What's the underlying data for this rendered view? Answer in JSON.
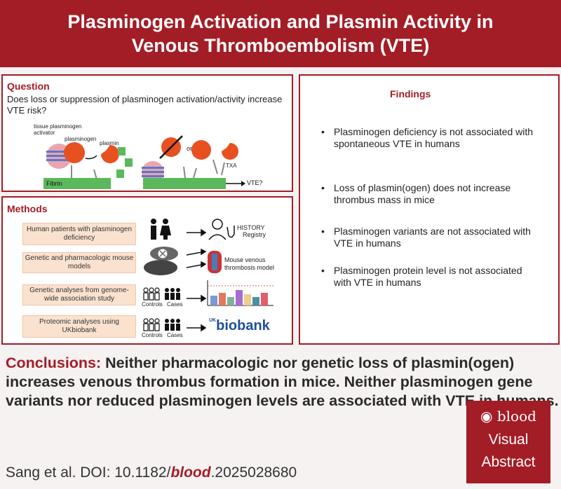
{
  "header": {
    "title_line1": "Plasminogen Activation and Plasmin Activity in",
    "title_line2": "Venous Thromboembolism (VTE)"
  },
  "question": {
    "title": "Question",
    "text": "Does loss or suppression of plasminogen activation/activity increase VTE risk?",
    "labels": {
      "tpa": "tissue plasminogen activator",
      "plasminogen": "plasminogen",
      "plasmin": "plasmin",
      "or": "or",
      "txa": "TXA",
      "fibrin": "Fibrin",
      "vte": "VTE?"
    }
  },
  "methods": {
    "title": "Methods",
    "items": [
      "Human patients with plasminogen deficiency",
      "Genetic and pharmacologic mouse models",
      "Genetic analyses from genome-wide association study",
      "Proteomic analyses using UKbiobank"
    ],
    "outcomes": {
      "history_line1": "HISTORY",
      "history_line2": "Registry",
      "mouse_line1": "Mouse venous",
      "mouse_line2": "thrombosis model",
      "biobank": "biobank",
      "uk": "UK"
    },
    "group_labels": {
      "controls": "Controls",
      "cases": "Cases"
    }
  },
  "findings": {
    "title": "Findings",
    "items": [
      "Plasminogen deficiency is not associated with spontaneous VTE in humans",
      "Loss of plasmin(ogen) does not increase thrombus mass in mice",
      "Plasminogen variants are not associated with VTE in humans",
      "Plasminogen protein level is not associated with VTE in humans"
    ],
    "bullet": "•"
  },
  "conclusion": {
    "label": "Conclusions:",
    "text": "Neither pharmacologic nor genetic loss of plasmin(ogen) increases venous thrombus formation in mice. Neither plasminogen gene variants nor reduced plasminogen levels are associated with VTE in humans."
  },
  "citation": {
    "prefix": "Sang et al. DOI: 10.1182/",
    "journal": "blood",
    "suffix": ".2025028680"
  },
  "logo": {
    "brand": "blood",
    "line1": "Visual",
    "line2": "Abstract"
  },
  "colors": {
    "accent": "#a31d26",
    "fibrin": "#5cb85c",
    "method_box": "#fbe2cf"
  }
}
